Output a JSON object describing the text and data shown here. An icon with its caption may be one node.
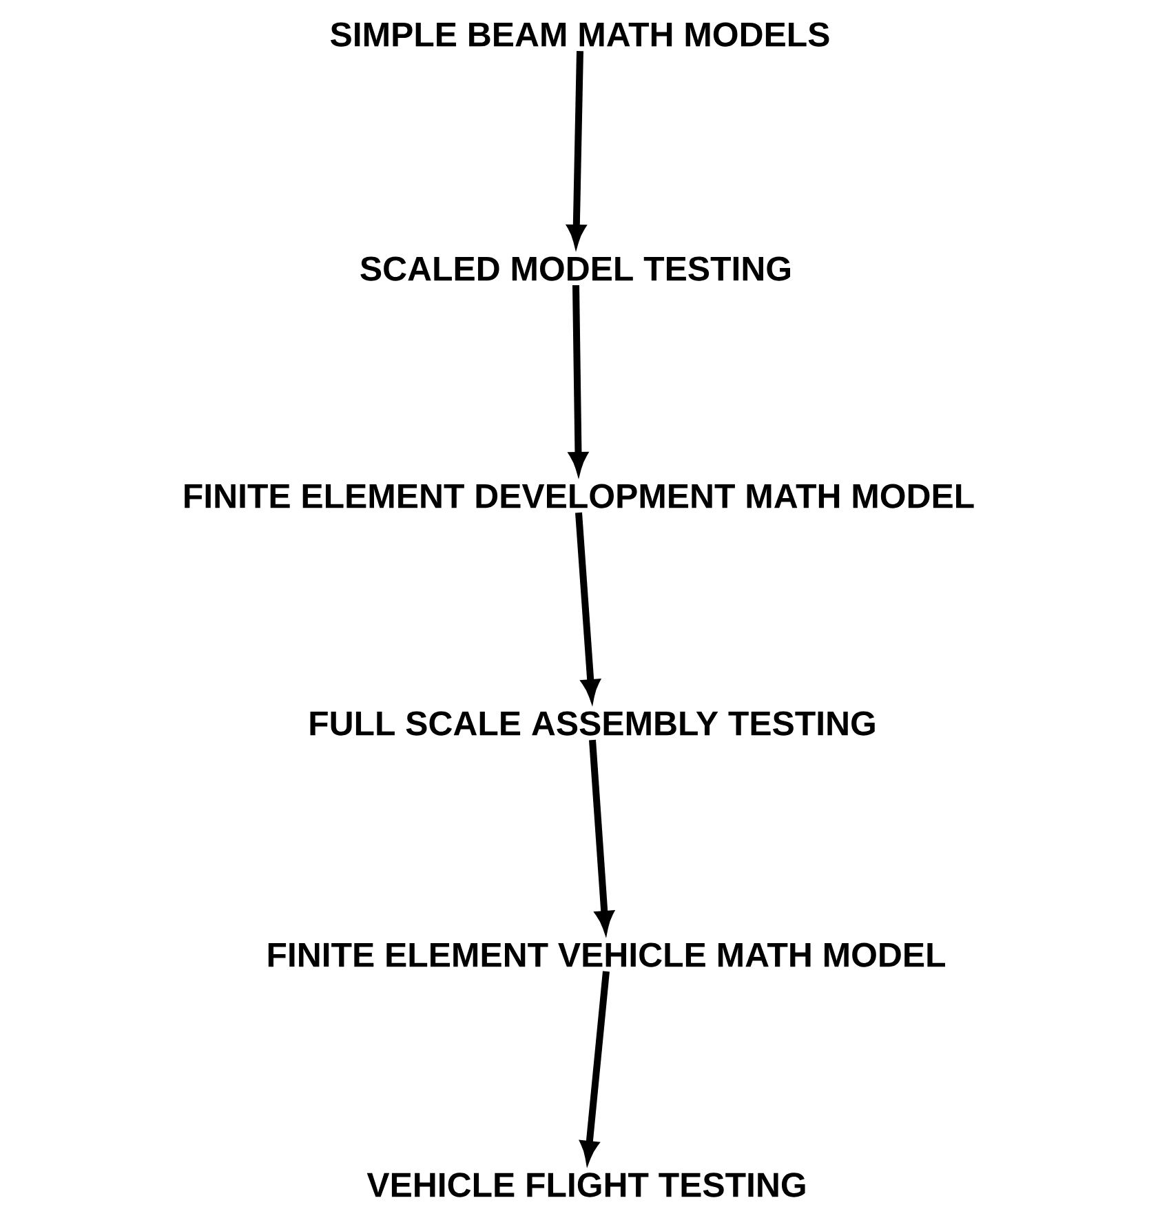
{
  "diagram": {
    "nodes": [
      {
        "text": [
          "SIMPLE BEAM MATH MODELS"
        ]
      },
      {
        "text": [
          "SCALED MODEL TESTING"
        ]
      },
      {
        "text": [
          "FINITE ELEMENT DEVELOPMENT MATH MODEL"
        ]
      },
      {
        "text": [
          "FULL SCALE ASSEMBLY TESTING"
        ]
      },
      {
        "text": [
          "FINITE ELEMENT VEHICLE MATH MODEL"
        ]
      },
      {
        "text": [
          "VEHICLE FLIGHT TESTING"
        ]
      }
    ],
    "edges": [
      {
        "from": 0,
        "to": 1,
        "arrow": "to"
      },
      {
        "from": 1,
        "to": 2,
        "arrow": "to"
      },
      {
        "from": 2,
        "to": 3,
        "arrow": "to"
      },
      {
        "from": 3,
        "to": 4,
        "arrow": "to"
      },
      {
        "from": 4,
        "to": 5,
        "arrow": "to"
      }
    ]
  }
}
